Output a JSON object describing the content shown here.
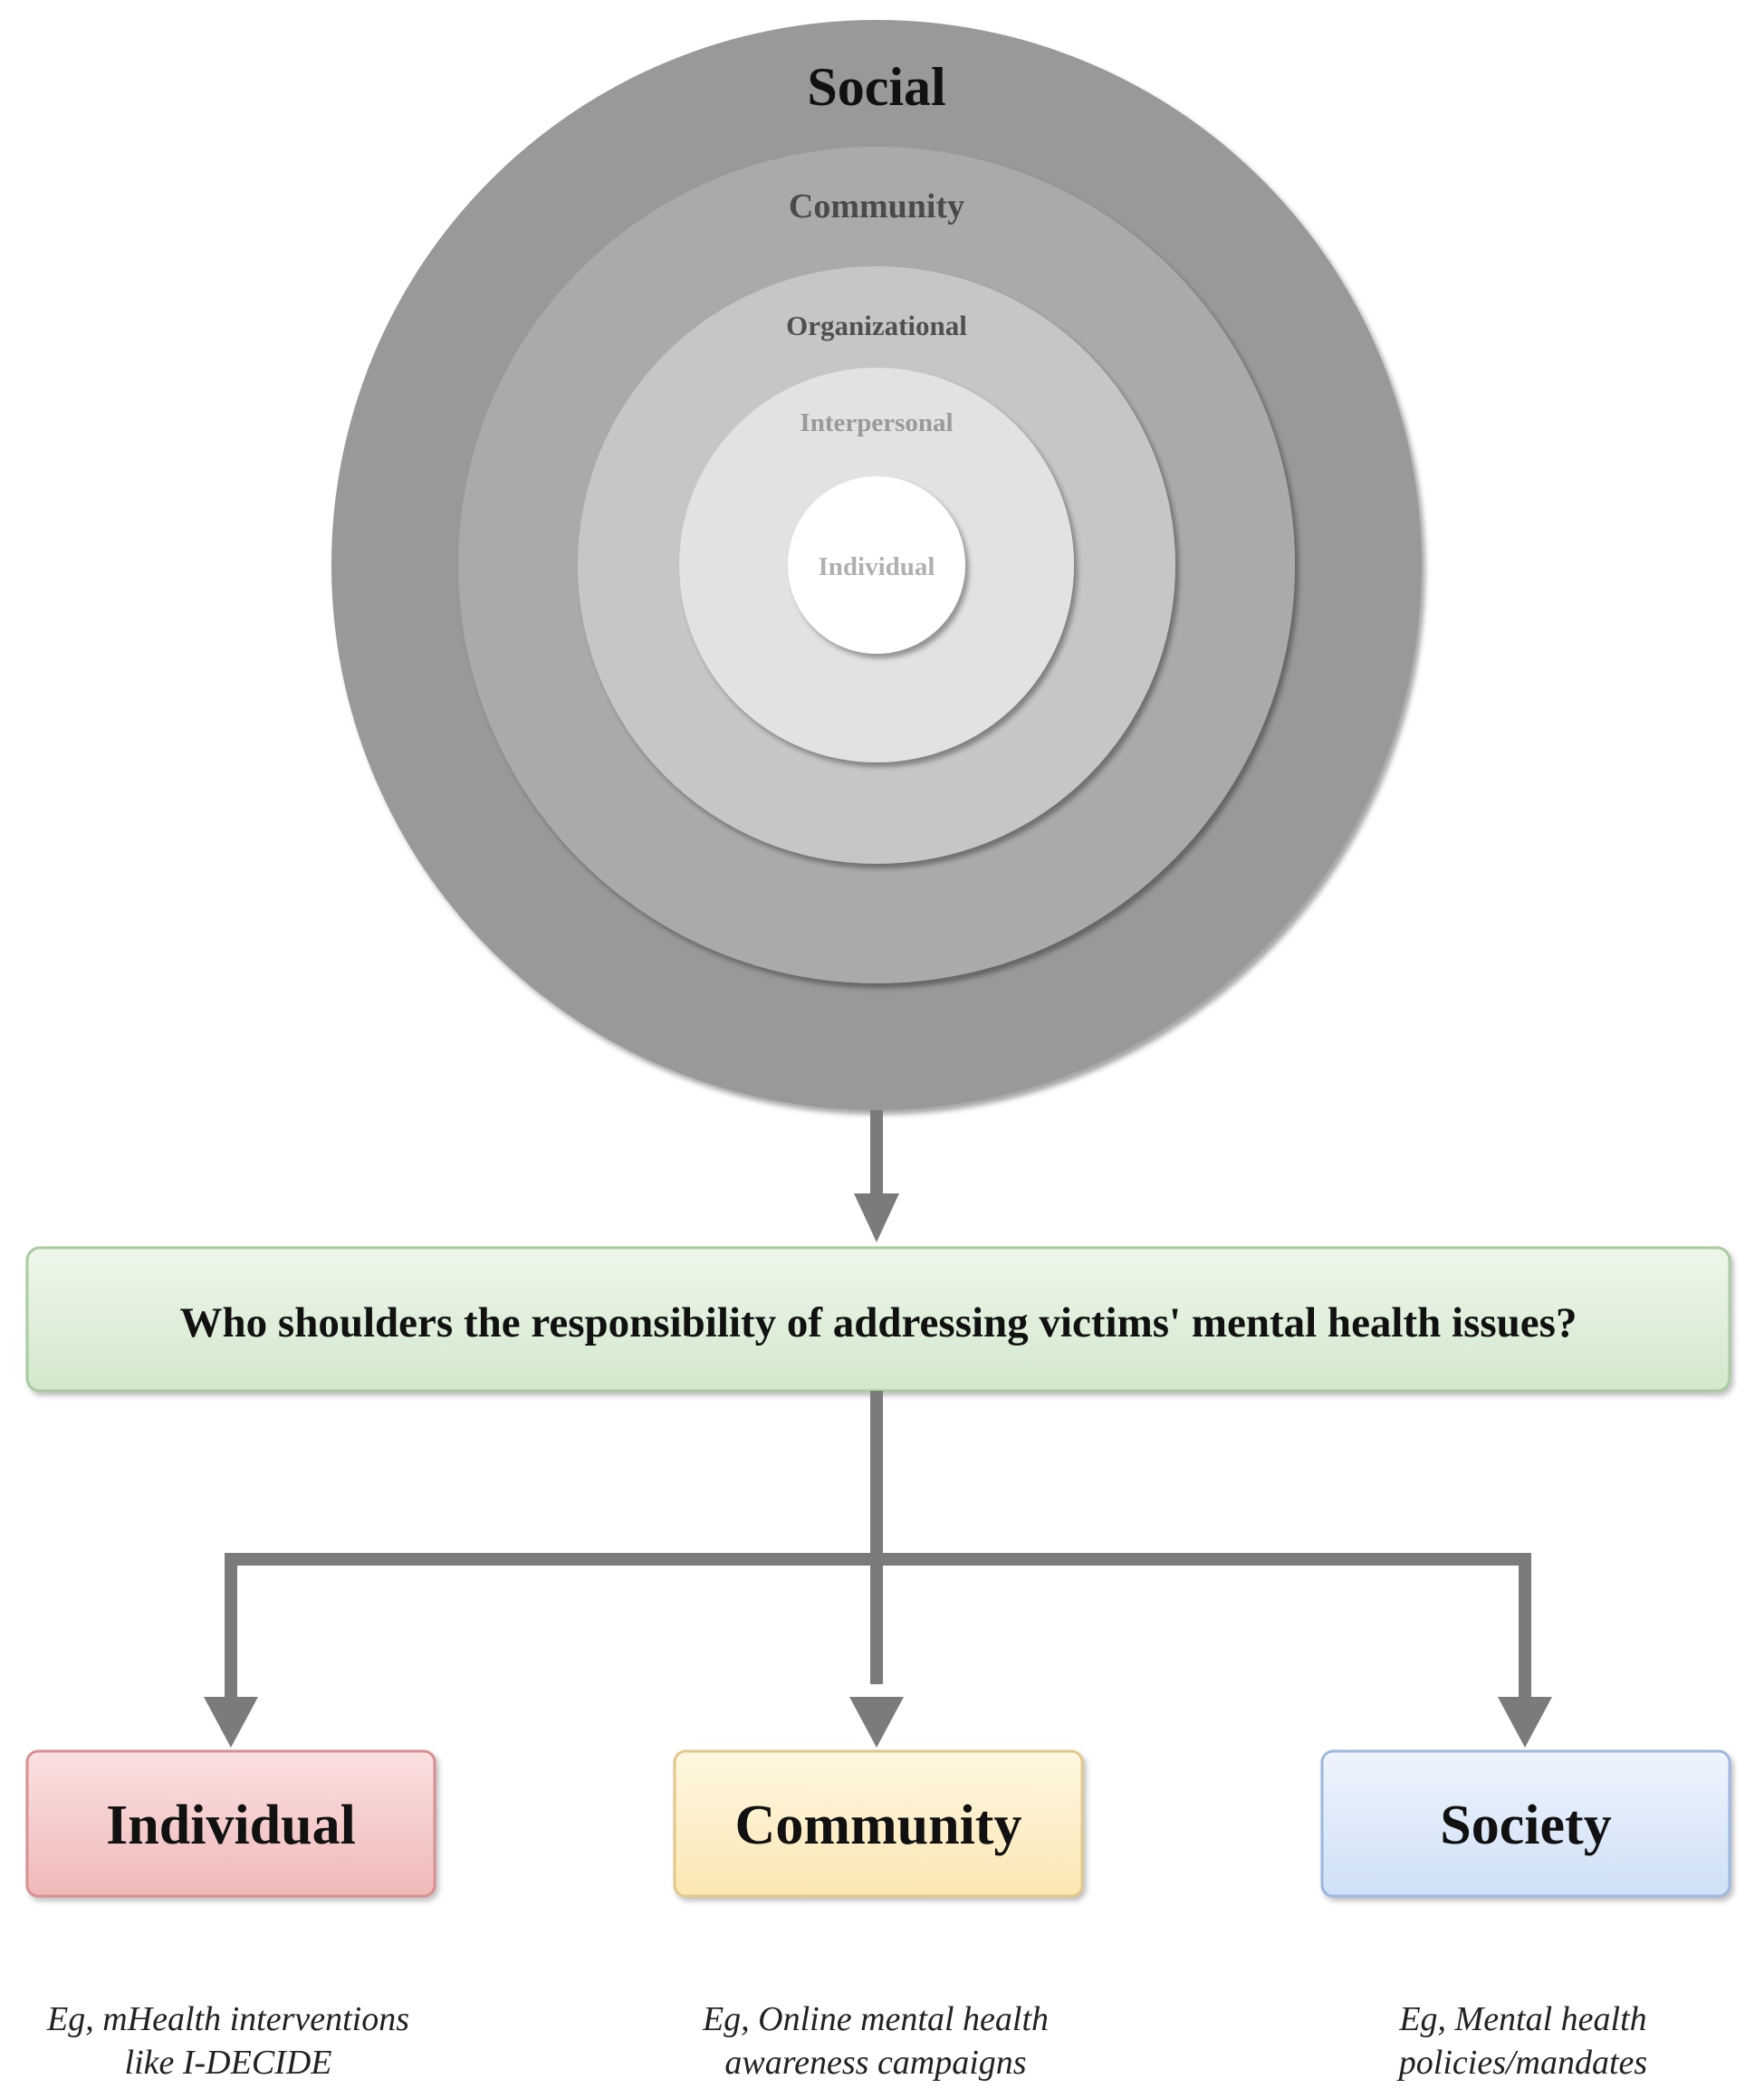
{
  "rings": [
    {
      "label": "Social",
      "fill": "#999999",
      "text_color": "#111111"
    },
    {
      "label": "Community",
      "fill": "#aaaaaa",
      "text_color": "#4a4a4a"
    },
    {
      "label": "Organizational",
      "fill": "#c6c6c6",
      "text_color": "#505050"
    },
    {
      "label": "Interpersonal",
      "fill": "#e2e2e2",
      "text_color": "#9a9a9a"
    },
    {
      "label": "Individual",
      "fill": "#ffffff",
      "text_color": "#b0b0b0"
    }
  ],
  "question": {
    "text": "Who shoulders the responsibility of addressing victims' mental health issues?",
    "fill_top": "#eef7ea",
    "fill_bottom": "#d3e8cd",
    "border": "#a9cba0"
  },
  "arrow_color": "#7b7b7b",
  "outcomes": [
    {
      "label": "Individual",
      "fill_top": "#fbe0e0",
      "fill_bottom": "#f0b9b9",
      "border": "#d88f8f",
      "example_line1": "Eg, mHealth interventions",
      "example_line2": "like I-DECIDE"
    },
    {
      "label": "Community",
      "fill_top": "#fff7e2",
      "fill_bottom": "#fbe7b3",
      "border": "#e2c88a",
      "example_line1": "Eg, Online mental health",
      "example_line2": "awareness campaigns"
    },
    {
      "label": "Society",
      "fill_top": "#eef4fd",
      "fill_bottom": "#cfe0f6",
      "border": "#9db8de",
      "example_line1": "Eg, Mental health",
      "example_line2": "policies/mandates"
    }
  ]
}
